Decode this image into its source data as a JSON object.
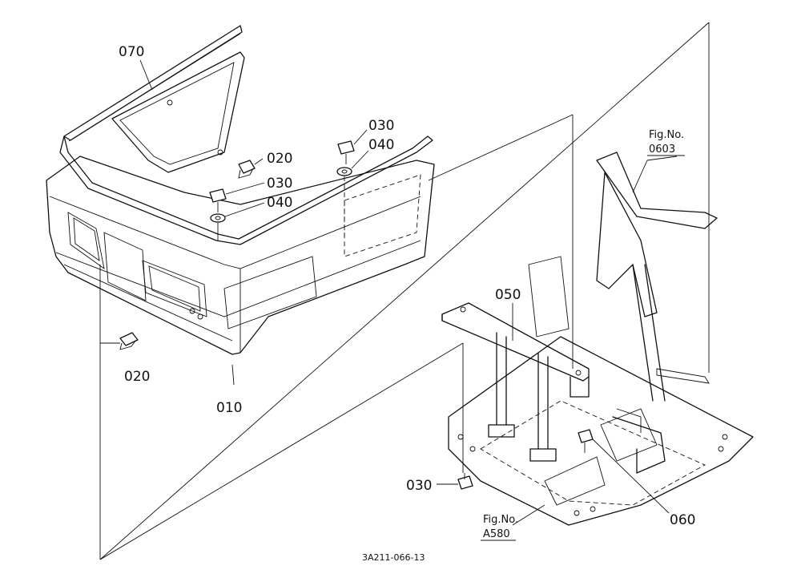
{
  "labels": {
    "p070": "070",
    "p020a": "020",
    "p030a": "030",
    "p040a": "040",
    "p030b": "030",
    "p040b": "040",
    "p020b": "020",
    "p010": "010",
    "p050": "050",
    "p030c": "030",
    "p060": "060"
  },
  "figrefs": {
    "ref1_title": "Fig.No.",
    "ref1_num": "0603",
    "ref2_title": "Fig.No.",
    "ref2_num": "A580"
  },
  "drawing_code": "3A211-066-13"
}
